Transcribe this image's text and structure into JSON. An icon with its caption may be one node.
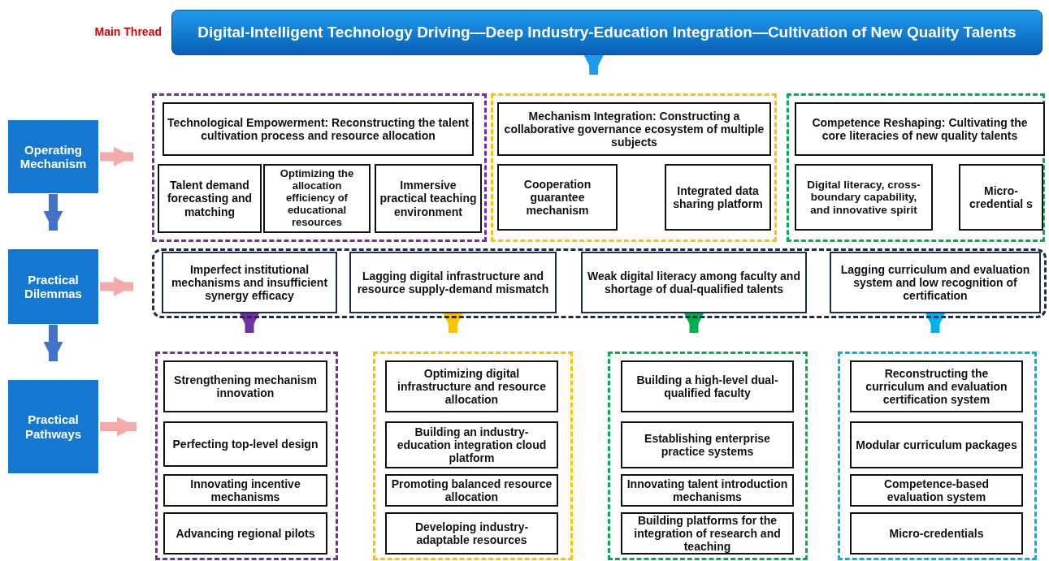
{
  "diagram": {
    "nodes": [
      {
        "text": [
          "Digital-Intelligent Technology Driving—Deep Industry-Education Integration—Cultivation of New Quality Talents"
        ],
        "beside": [
          "Main Thread"
        ]
      },
      {
        "text": [
          "Operating Mechanism"
        ]
      },
      {
        "text": [
          "Practical Dilemmas"
        ]
      },
      {
        "text": [
          "Practical Pathways"
        ]
      },
      {
        "text": [],
        "shape": "box"
      },
      {
        "text": [
          "Technological Empowerment: Reconstructing the talent cultivation process and resource allocation"
        ],
        "in": 4
      },
      {
        "text": [
          "Talent demand forecasting and matching"
        ],
        "in": 4
      },
      {
        "text": [
          "Optimizing the allocation efficiency of educational resources"
        ],
        "in": 4
      },
      {
        "text": [
          "Immersive practical teaching environment"
        ],
        "in": 4
      },
      {
        "text": [],
        "shape": "box"
      },
      {
        "text": [
          "Mechanism Integration: Constructing a collaborative governance ecosystem of multiple subjects"
        ],
        "in": 9
      },
      {
        "text": [
          "Cooperation guarantee mechanism"
        ],
        "in": 9
      },
      {
        "text": [
          "Integrated data sharing platform"
        ],
        "in": 9
      },
      {
        "text": [],
        "shape": "box"
      },
      {
        "text": [
          "Competence Reshaping: Cultivating the core literacies of new quality talents"
        ],
        "in": 13
      },
      {
        "text": [
          "Digital literacy, cross-boundary capability, and innovative spirit"
        ],
        "in": 13
      },
      {
        "text": [
          "Micro-credential s"
        ],
        "in": 13
      },
      {
        "text": [],
        "shape": "box"
      },
      {
        "text": [
          "Imperfect institutional mechanisms and insufficient synergy efficacy"
        ],
        "in": 17
      },
      {
        "text": [
          "Lagging digital infrastructure and resource supply-demand mismatch"
        ],
        "in": 17
      },
      {
        "text": [
          "Weak digital literacy among faculty and shortage of dual-qualified talents"
        ],
        "in": 17
      },
      {
        "text": [
          "Lagging curriculum and evaluation system and low recognition of certification"
        ],
        "in": 17
      },
      {
        "text": [],
        "shape": "box"
      },
      {
        "text": [
          "Strengthening mechanism innovation"
        ],
        "in": 22
      },
      {
        "text": [
          "Perfecting top-level design"
        ],
        "in": 22
      },
      {
        "text": [
          "Innovating incentive mechanisms"
        ],
        "in": 22
      },
      {
        "text": [
          "Advancing regional pilots"
        ],
        "in": 22
      },
      {
        "text": [],
        "shape": "box"
      },
      {
        "text": [
          "Optimizing digital infrastructure and resource allocation"
        ],
        "in": 27
      },
      {
        "text": [
          "Building an industry-education integration cloud platform"
        ],
        "in": 27
      },
      {
        "text": [
          "Promoting balanced resource allocation"
        ],
        "in": 27
      },
      {
        "text": [
          "Developing industry-adaptable resources"
        ],
        "in": 27
      },
      {
        "text": [],
        "shape": "box"
      },
      {
        "text": [
          "Building a high-level dual-qualified faculty"
        ],
        "in": 32
      },
      {
        "text": [
          "Establishing enterprise practice systems"
        ],
        "in": 32
      },
      {
        "text": [
          "Innovating talent introduction mechanisms"
        ],
        "in": 32
      },
      {
        "text": [
          "Building platforms for the integration of research and teaching"
        ],
        "in": 32
      },
      {
        "text": [],
        "shape": "box"
      },
      {
        "text": [
          "Reconstructing the curriculum and evaluation certification system"
        ],
        "in": 37
      },
      {
        "text": [
          "Modular curriculum packages"
        ],
        "in": 37
      },
      {
        "text": [
          "Competence-based evaluation system"
        ],
        "in": 37
      },
      {
        "text": [
          "Micro-credentials"
        ],
        "in": 37
      }
    ],
    "edges": [
      {
        "from": 0,
        "to": 9,
        "arrow": "to",
        "color": "#1e9be8"
      },
      {
        "from": 1,
        "to": 4,
        "arrow": "to",
        "color": "#f2aaaa"
      },
      {
        "from": 1,
        "to": 2,
        "arrow": "to",
        "color": "#4472c4"
      },
      {
        "from": 2,
        "to": 17,
        "arrow": "to",
        "color": "#f2aaaa"
      },
      {
        "from": 2,
        "to": 3,
        "arrow": "to",
        "color": "#4472c4"
      },
      {
        "from": 3,
        "to": 22,
        "arrow": "to",
        "color": "#f2aaaa"
      },
      {
        "from": 18,
        "to": 22,
        "arrow": "to",
        "color": "#7030a0"
      },
      {
        "from": 19,
        "to": 27,
        "arrow": "to",
        "color": "#ffc000"
      },
      {
        "from": 20,
        "to": 32,
        "arrow": "to",
        "color": "#00b050"
      },
      {
        "from": 21,
        "to": 37,
        "arrow": "to",
        "color": "#00b0f0"
      }
    ]
  }
}
